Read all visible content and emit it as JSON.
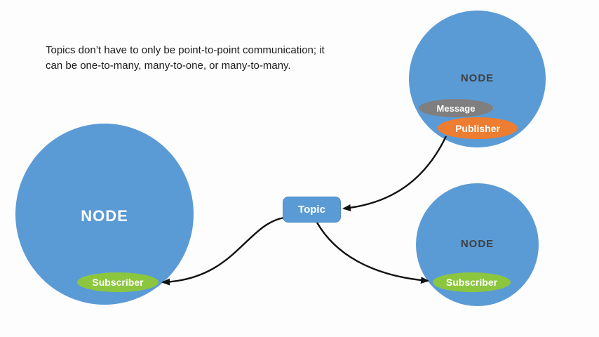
{
  "description": {
    "lines": [
      "Topics don’t have to only be point-to-point communication; it",
      "can be one-to-many, many-to-one, or many-to-many."
    ]
  },
  "topic": {
    "label": "Topic"
  },
  "nodes": {
    "left": {
      "label": "NODE",
      "subscriber_label": "Subscriber"
    },
    "top_right": {
      "label": "NODE",
      "message_label": "Message",
      "publisher_label": "Publisher"
    },
    "bottom_right": {
      "label": "NODE",
      "subscriber_label": "Subscriber"
    }
  },
  "colors": {
    "node_blue": "#5B9BD5",
    "subscriber_green": "#8CC63E",
    "publisher_orange": "#ED7D31",
    "message_gray": "#7F7F7F",
    "arrow_black": "#111111",
    "node_label_light": "#ffffff",
    "node_label_dark": "#3f3f3f"
  }
}
